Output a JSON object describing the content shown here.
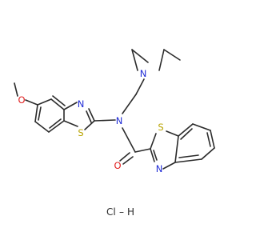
{
  "molecule": {
    "atom_labels": {
      "n_amine": "N",
      "n_amide": "N",
      "s_left_thiazole": "S",
      "n_left_thiazole": "N",
      "s_right_thiazole": "S",
      "n_right_thiazole": "N",
      "o_methoxy": "O",
      "o_carbonyl": "O"
    },
    "salt": {
      "cl": "Cl",
      "dash": "–",
      "h": "H"
    },
    "colors": {
      "bond": "#2b2b2b",
      "nitrogen": "#1f2bd6",
      "sulfur": "#b8a300",
      "oxygen": "#e01b1b",
      "chlorine": "#24b324"
    }
  }
}
